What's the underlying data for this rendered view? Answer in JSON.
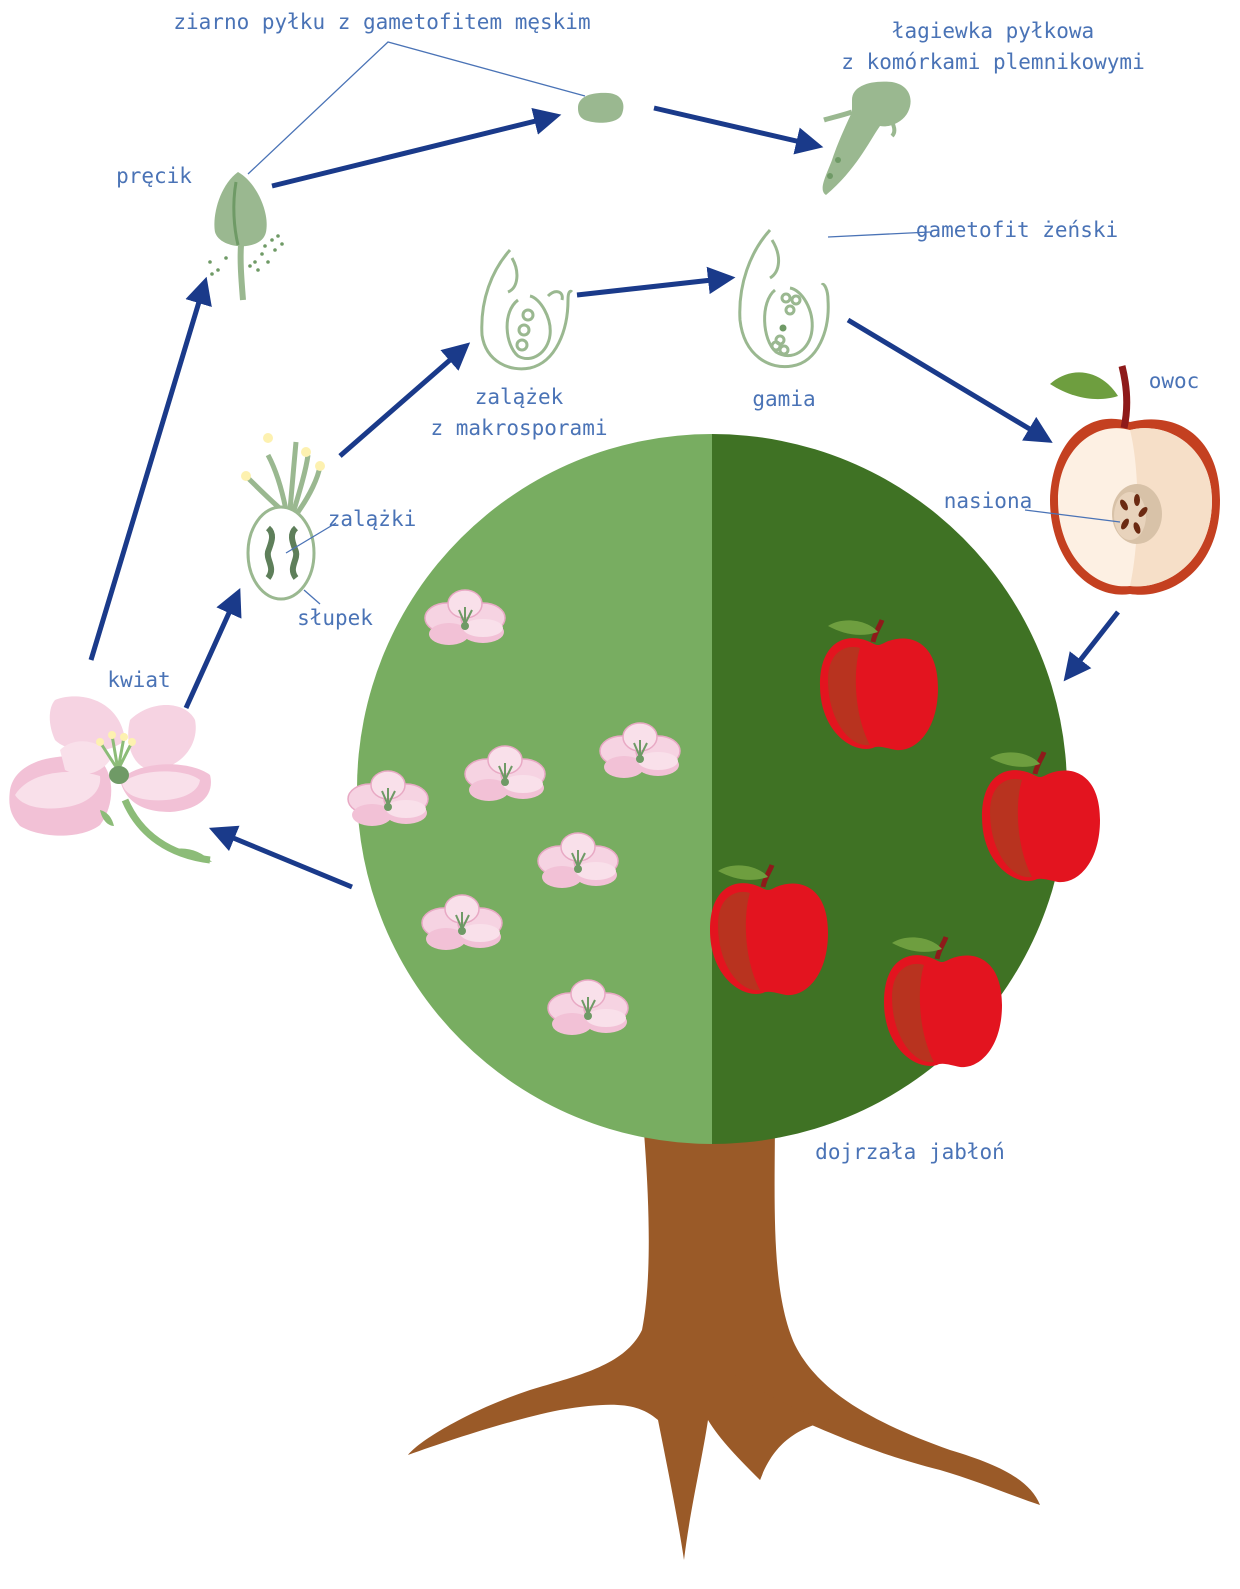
{
  "labels": {
    "pollen": "ziarno pyłku z gametofitem męskim",
    "pollen_tube_line1": "łagiewka pyłkowa",
    "pollen_tube_line2": "z komórkami plemnikowymi",
    "stamen": "pręcik",
    "female_gametophyte": "gametofit żeński",
    "ovule_line1": "zalążek",
    "ovule_line2": "z makrosporami",
    "gamy": "gamia",
    "fruit": "owoc",
    "seeds": "nasiona",
    "ovules": "zalążki",
    "pistil": "słupek",
    "flower": "kwiat",
    "mature_tree": "dojrzała jabłoń"
  },
  "colors": {
    "arrow": "#1a3a8a",
    "label": "#4a73b6",
    "crown_light": "#78ad61",
    "crown_dark": "#3f7224",
    "trunk": "#9a5a28",
    "apple_red": "#e3141f",
    "apple_shade": "#b8331f",
    "blossom_pink": "#f6d3e2",
    "plant_green": "#9ab890"
  }
}
